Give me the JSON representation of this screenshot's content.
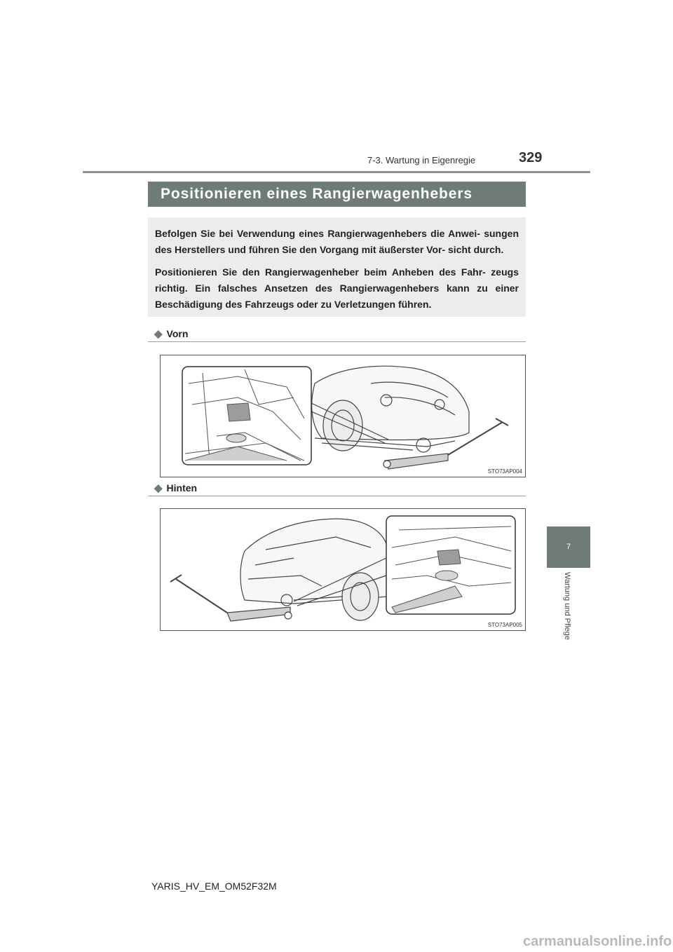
{
  "header": {
    "section": "7-3. Wartung in Eigenregie",
    "page_number": "329"
  },
  "title": "Positionieren eines Rangierwagenhebers",
  "intro": {
    "para1": "Befolgen Sie bei Verwendung eines Rangierwagenhebers die Anwei- sungen des Herstellers und führen Sie den Vorgang mit äußerster Vor- sicht durch.",
    "para2": "Positionieren Sie den Rangierwagenheber beim Anheben des Fahr- zeugs richtig. Ein falsches Ansetzen des Rangierwagenhebers kann zu einer Beschädigung des Fahrzeugs oder zu Verletzungen führen."
  },
  "sections": {
    "front": {
      "label": "Vorn",
      "figure_code": "STO73AP004"
    },
    "rear": {
      "label": "Hinten",
      "figure_code": "STO73AP005"
    }
  },
  "side_tab": {
    "chapter": "7",
    "label": "Wartung und Pflege"
  },
  "footer": {
    "manual_code": "YARIS_HV_EM_OM52F32M",
    "watermark": "carmanualsonline.info"
  },
  "icons": {
    "bullet": "diamond-icon"
  },
  "colors": {
    "accent": "#6f7b79",
    "intro_background": "#ececec"
  }
}
